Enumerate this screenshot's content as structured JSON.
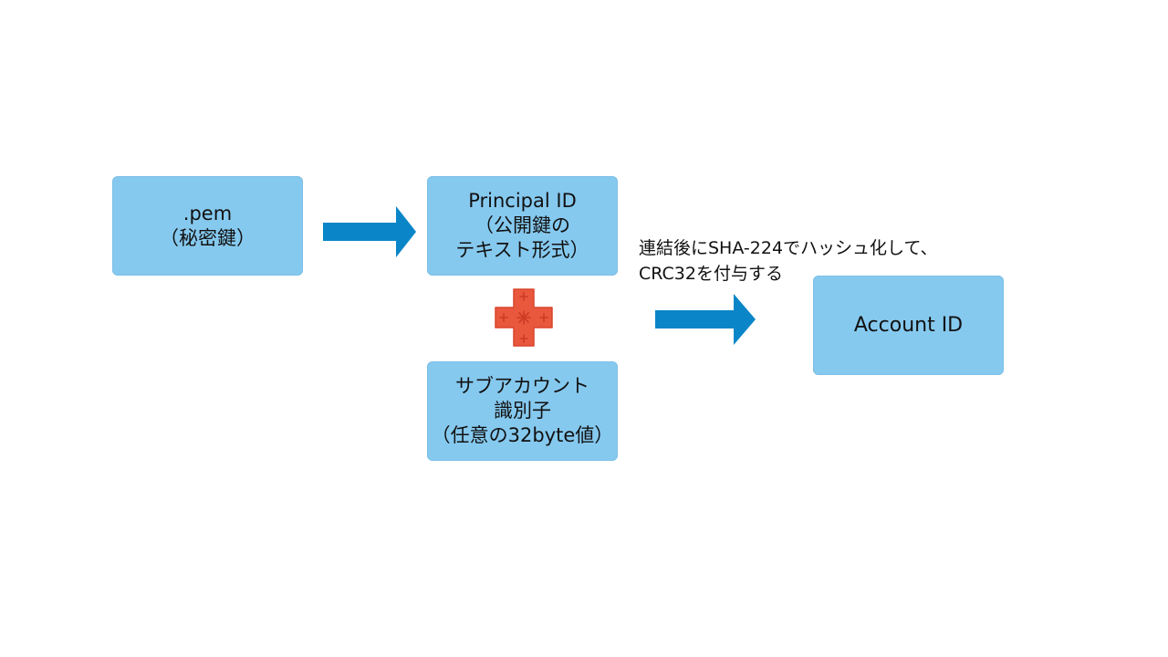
{
  "nodes": {
    "pem": {
      "line1": ".pem",
      "line2": "（秘密鍵）"
    },
    "principal": {
      "line1": "Principal ID",
      "line2": "（公開鍵の",
      "line3": "テキスト形式）"
    },
    "subaccount": {
      "line1": "サブアカウント",
      "line2": "識別子",
      "line3": "（任意の32byte値）"
    },
    "account": {
      "line1": "Account ID"
    }
  },
  "process_note": {
    "line1": "連結後にSHA-224でハッシュ化して、",
    "line2": "CRC32を付与する"
  },
  "icons": {
    "arrow": "right-arrow-icon",
    "plus": "plus-icon"
  },
  "colors": {
    "box_fill": "#86c9ef",
    "arrow": "#0a86c8",
    "plus": "#e9573d"
  }
}
